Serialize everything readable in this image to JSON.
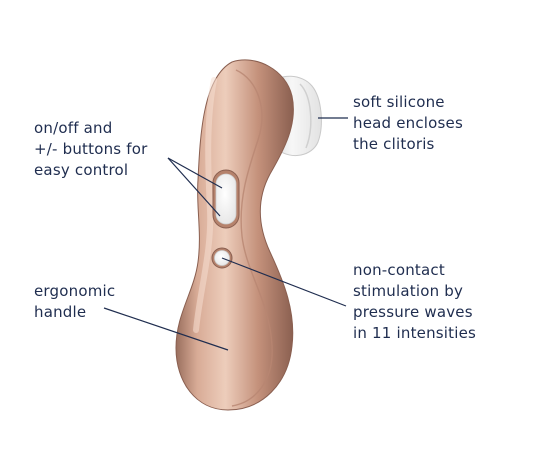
{
  "colors": {
    "label_text": "#1f2d4f",
    "leader_line": "#1f2d4f",
    "body_light": "#e7c3b0",
    "body_mid": "#c99a85",
    "body_dark": "#8e6454",
    "silicone_head": "#f2f2f2",
    "button": "#ffffff"
  },
  "labels": {
    "controls": [
      "on/off and",
      "+/- buttons for",
      "easy control"
    ],
    "handle": [
      "ergonomic",
      "handle"
    ],
    "head": [
      "soft silicone",
      "head encloses",
      "the clitoris"
    ],
    "pressure": [
      "non-contact",
      "stimulation by",
      "pressure waves",
      "in 11 intensities"
    ]
  }
}
